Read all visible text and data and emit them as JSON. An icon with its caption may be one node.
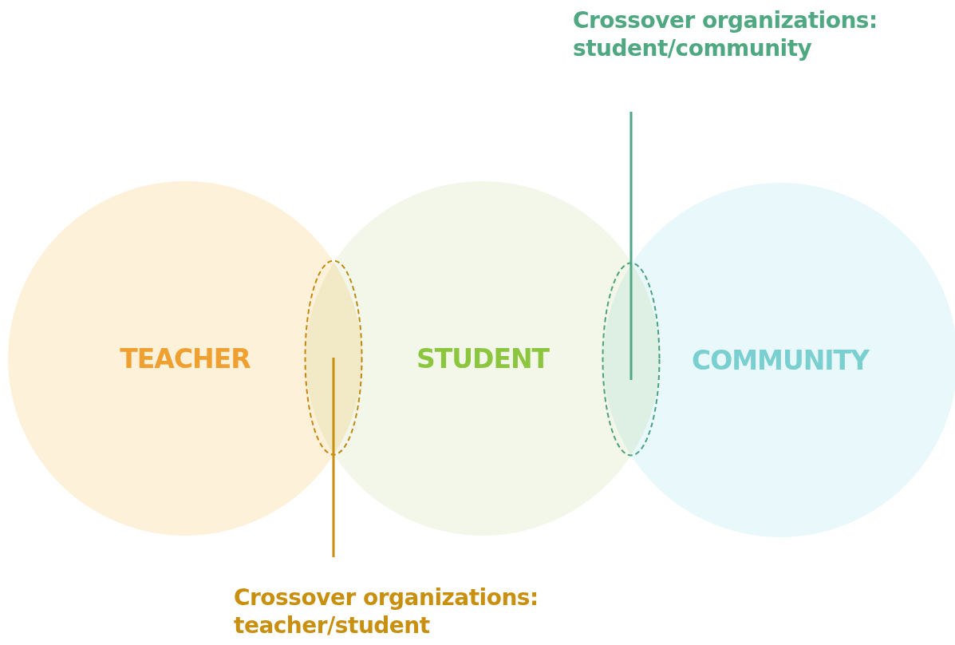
{
  "diagram": {
    "nodes": [
      {
        "text": [
          "Crossover organizations: student/community"
        ]
      },
      {
        "text": [
          "TEACHER"
        ]
      },
      {
        "text": [
          "STUDENT"
        ]
      },
      {
        "text": [
          "COMMUNITY"
        ]
      },
      {
        "text": [],
        "shape": "ellipse"
      },
      {
        "text": [],
        "shape": "ellipse"
      },
      {
        "text": [
          "Crossover organizations: teacher/student"
        ]
      }
    ],
    "edges": [
      {
        "from": 0,
        "to": 5,
        "arrow": "none",
        "color": "#4fa882"
      },
      {
        "from": 6,
        "to": 4,
        "arrow": "none",
        "color": "#c98f0f"
      }
    ]
  }
}
